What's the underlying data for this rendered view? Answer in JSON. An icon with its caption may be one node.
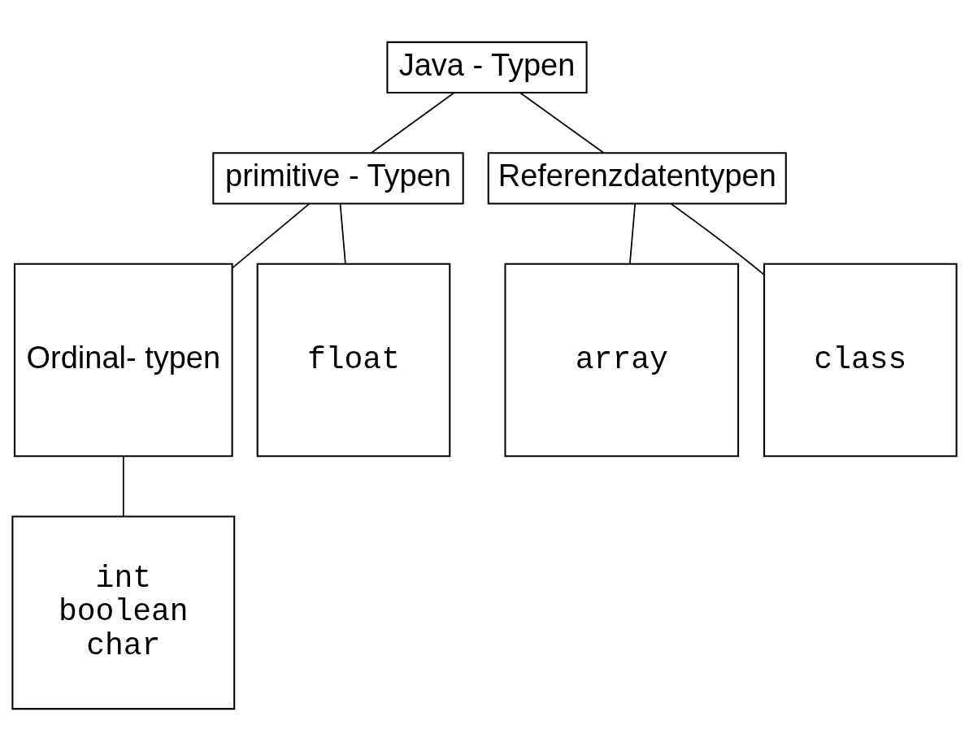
{
  "diagram": {
    "nodes": [
      {
        "text": [
          "Java - Typen"
        ]
      },
      {
        "text": [
          "primitive - Typen"
        ]
      },
      {
        "text": [
          "Referenzdatentypen"
        ]
      },
      {
        "text": [
          "Ordinal- typen"
        ]
      },
      {
        "text": [
          "float"
        ]
      },
      {
        "text": [
          "array"
        ]
      },
      {
        "text": [
          "class"
        ]
      },
      {
        "text": [
          "int",
          "boolean",
          "char"
        ]
      }
    ],
    "edges": [
      {
        "from": 0,
        "to": 1,
        "arrow": "none"
      },
      {
        "from": 0,
        "to": 2,
        "arrow": "none"
      },
      {
        "from": 1,
        "to": 3,
        "arrow": "none"
      },
      {
        "from": 1,
        "to": 4,
        "arrow": "none"
      },
      {
        "from": 2,
        "to": 5,
        "arrow": "none"
      },
      {
        "from": 2,
        "to": 6,
        "arrow": "none"
      },
      {
        "from": 3,
        "to": 7,
        "arrow": "none"
      }
    ]
  }
}
